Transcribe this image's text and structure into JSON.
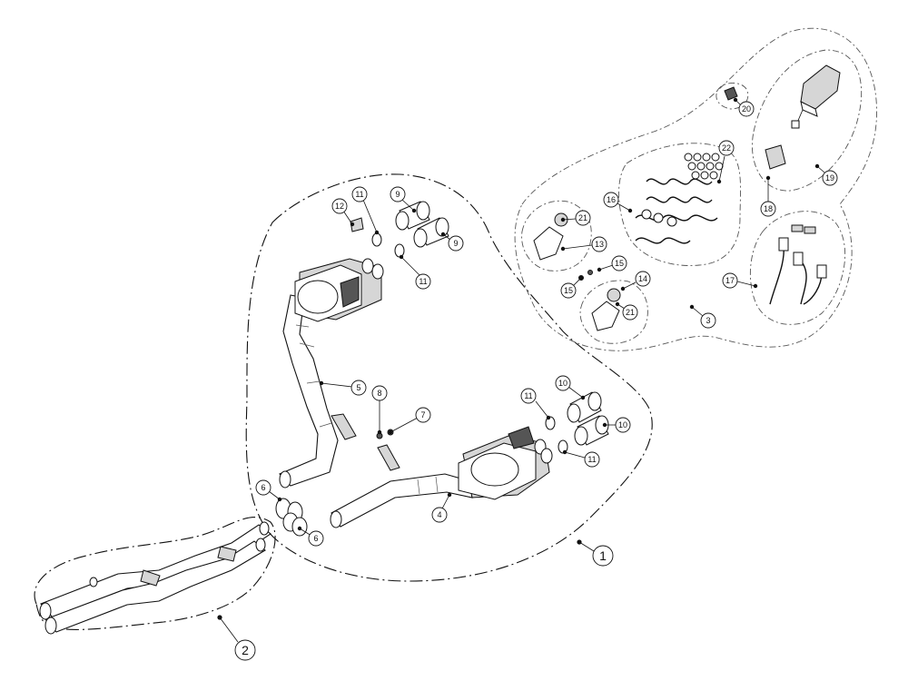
{
  "callouts": [
    {
      "id": "c1",
      "label": "1",
      "size": "lg"
    },
    {
      "id": "c2",
      "label": "2",
      "size": "lg"
    },
    {
      "id": "c3",
      "label": "3",
      "size": "sm"
    },
    {
      "id": "c4",
      "label": "4",
      "size": "sm"
    },
    {
      "id": "c5",
      "label": "5",
      "size": "sm"
    },
    {
      "id": "c6a",
      "label": "6",
      "size": "sm"
    },
    {
      "id": "c6b",
      "label": "6",
      "size": "sm"
    },
    {
      "id": "c7",
      "label": "7",
      "size": "sm"
    },
    {
      "id": "c8",
      "label": "8",
      "size": "sm"
    },
    {
      "id": "c9a",
      "label": "9",
      "size": "sm"
    },
    {
      "id": "c9b",
      "label": "9",
      "size": "sm"
    },
    {
      "id": "c10a",
      "label": "10",
      "size": "sm"
    },
    {
      "id": "c10b",
      "label": "10",
      "size": "sm"
    },
    {
      "id": "c11a",
      "label": "11",
      "size": "sm"
    },
    {
      "id": "c11b",
      "label": "11",
      "size": "sm"
    },
    {
      "id": "c11c",
      "label": "11",
      "size": "sm"
    },
    {
      "id": "c11d",
      "label": "11",
      "size": "sm"
    },
    {
      "id": "c12",
      "label": "12",
      "size": "sm"
    },
    {
      "id": "c13",
      "label": "13",
      "size": "sm"
    },
    {
      "id": "c14",
      "label": "14",
      "size": "sm"
    },
    {
      "id": "c15a",
      "label": "15",
      "size": "sm"
    },
    {
      "id": "c15b",
      "label": "15",
      "size": "sm"
    },
    {
      "id": "c16",
      "label": "16",
      "size": "sm"
    },
    {
      "id": "c17",
      "label": "17",
      "size": "sm"
    },
    {
      "id": "c18",
      "label": "18",
      "size": "sm"
    },
    {
      "id": "c19",
      "label": "19",
      "size": "sm"
    },
    {
      "id": "c20",
      "label": "20",
      "size": "sm"
    },
    {
      "id": "c21a",
      "label": "21",
      "size": "sm"
    },
    {
      "id": "c21b",
      "label": "21",
      "size": "sm"
    },
    {
      "id": "c22",
      "label": "22",
      "size": "sm"
    }
  ]
}
